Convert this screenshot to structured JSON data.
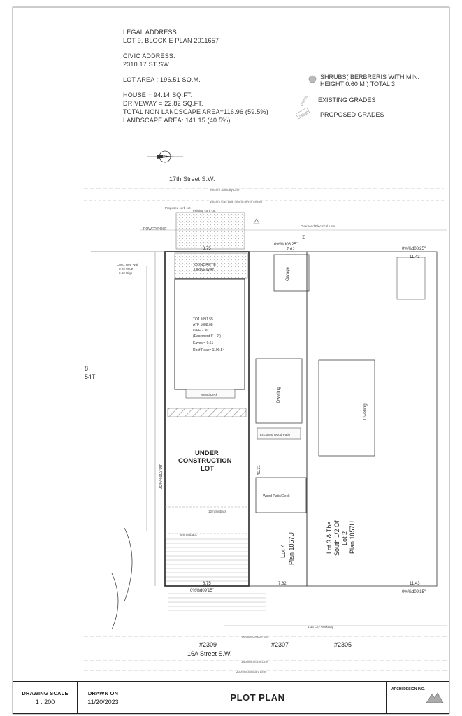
{
  "info": {
    "legal_label": "LEGAL ADDRESS:",
    "legal_value": "LOT 9, BLOCK E PLAN 2011657",
    "civic_label": "CIVIC ADDRESS:",
    "civic_value": "2310 17 ST SW",
    "lot_area": "LOT AREA : 196.51 SQ.M.",
    "house": "HOUSE = 94.14 SQ.FT.",
    "driveway": "DRIVEWAY = 22.82 SQ.FT.",
    "non_landscape": "TOTAL NON LANDSCAPE AREA=116.96 (59.5%)",
    "landscape": "LANDSCAPE AREA: 141.15 (40.5%)"
  },
  "legend": {
    "shrubs_line1": "SHRUBS( BERBRERIS WITH MIN.",
    "shrubs_line2": "HEIGHT 0.60 M ) TOTAL 3",
    "existing_sample": "1088.89",
    "existing": "EXISTING GRADES",
    "proposed_sample": "1089.00",
    "proposed": "PROPOSED GRADES"
  },
  "plan": {
    "north": "N",
    "street_top": "17th Street S.W.",
    "sanitary_top": "200mm Sanitary Line",
    "gas_line": "100mm Gas Line (60mm IPPS Insert)",
    "proposed_curb": "Proposed curb cut",
    "existing_curb": "existing curb cut",
    "power_pole": "POWER POLE",
    "overhead": "Overhead Electrical Line",
    "front_width": "8.75",
    "front_bearing": "0%%d08'25\"",
    "concrete": "CONCRETE",
    "driveway_label": "DRIVEWAY",
    "house_toj": "TOJ 1091.55",
    "house_atf": "ATF  1088.68",
    "house_diff": "DIFF   2.90",
    "house_easement": "(Easement 6' - 0\")",
    "house_eaves": "Eaves = 0.61",
    "house_roof": "Roof Peak= 1100.54",
    "wood_deck": "Wood Deck",
    "under_construction_1": "UNDER",
    "under_construction_2": "CONSTRUCTION",
    "under_construction_3": "LOT",
    "lot_depth": "40.31",
    "bearing_left": "90%%d03'00\"",
    "rear_setback": "12m Setback",
    "rear_width": "8.75",
    "rear_bearing": "0%%d09'15\"",
    "garage": "Garage",
    "neighbor_dwelling": "Dwelling",
    "right_dwelling": "Dwelling",
    "lot4_1": "Lot 4",
    "lot4_2": "Plan 1057U",
    "lot3_1": "Lot 3 & The",
    "lot3_2": "South 1/2 Of",
    "lot3_3": "Lot 2",
    "lot3_4": "Plan 1057U",
    "lot8_1": "8",
    "lot8_2": "54T",
    "right_front_dim": "11.43",
    "right_rear_dim": "11.43",
    "right_front_bearing": "0%%d08'25\"",
    "right_rear_bearing": "0%%d09'15\"",
    "dim_762_top": "7.62",
    "dim_762_bottom": "7.62",
    "walkway": "1.36 City Walkway",
    "water_line": "150mm Water Line",
    "storm_line": "180mm Storm Line",
    "sanitary_bottom": "200mm Sanitary Line",
    "addr_2309": "#2309",
    "addr_2307": "#2307",
    "addr_2305": "#2305",
    "street_bottom": "16A Street S.W.",
    "wood_patio": "Wood Patio/Deck",
    "conc_retaining": "Conc. Ret. Wall",
    "conc_wall_dims": "0.25 Wide",
    "conc_wall_h": "0.60 High",
    "enclosed_patio": "Enclosed Wood Patio",
    "six_setback": "6m Setback"
  },
  "titleblock": {
    "scale_label": "DRAWING SCALE",
    "scale_value": "1 : 200",
    "drawn_label": "DRAWN ON",
    "drawn_value": "11/20/2023",
    "title": "PLOT PLAN",
    "company": "ARCHI DESIGN INC."
  }
}
